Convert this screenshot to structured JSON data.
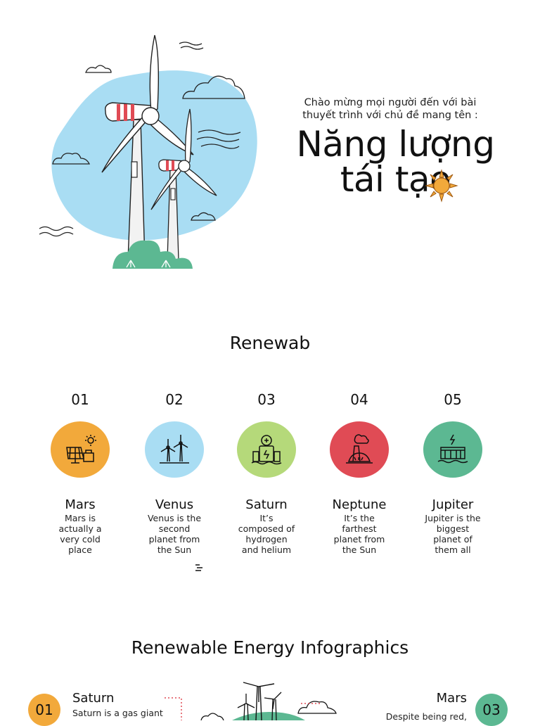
{
  "intro": {
    "line1": "Chào mừng mọi người đến với bài",
    "line2": "thuyết trình với chủ đề mang tên :"
  },
  "title": {
    "line1": "Năng lượng",
    "line2": "tái tạo"
  },
  "section1": {
    "heading": "Renewab",
    "items": [
      {
        "num": "01",
        "name": "Mars",
        "desc": [
          "Mars is",
          "actually a",
          "very cold",
          "place"
        ],
        "color": "#f2a93b",
        "icon": "solar-panel-icon"
      },
      {
        "num": "02",
        "name": "Venus",
        "desc": [
          "Venus is the",
          "second",
          "planet from",
          "the Sun"
        ],
        "color": "#a9ddf3",
        "icon": "wind-turbines-icon"
      },
      {
        "num": "03",
        "name": "Saturn",
        "desc": [
          "It’s",
          "composed of",
          "hydrogen",
          "and helium"
        ],
        "color": "#b5d97a",
        "icon": "hydrogen-plant-icon"
      },
      {
        "num": "04",
        "name": "Neptune",
        "desc": [
          "It’s the",
          "farthest",
          "planet from",
          "the Sun"
        ],
        "color": "#e04b55",
        "icon": "factory-pollution-icon"
      },
      {
        "num": "05",
        "name": "Jupiter",
        "desc": [
          "Jupiter is the",
          "biggest",
          "planet of",
          "them all"
        ],
        "color": "#5cb892",
        "icon": "hydro-dam-icon"
      }
    ]
  },
  "section2": {
    "heading": "Renewable Energy Infographics",
    "left": {
      "num": "01",
      "name": "Saturn",
      "desc": "Saturn is a gas giant",
      "color": "#f2a93b"
    },
    "right": {
      "num": "03",
      "name": "Mars",
      "desc": "Despite being red,",
      "color": "#5cb892"
    }
  },
  "colors": {
    "sky_blob": "#a9ddf3",
    "bush": "#5cb892",
    "turbine_stripe": "#e04b55",
    "sun": "#f2a93b"
  }
}
